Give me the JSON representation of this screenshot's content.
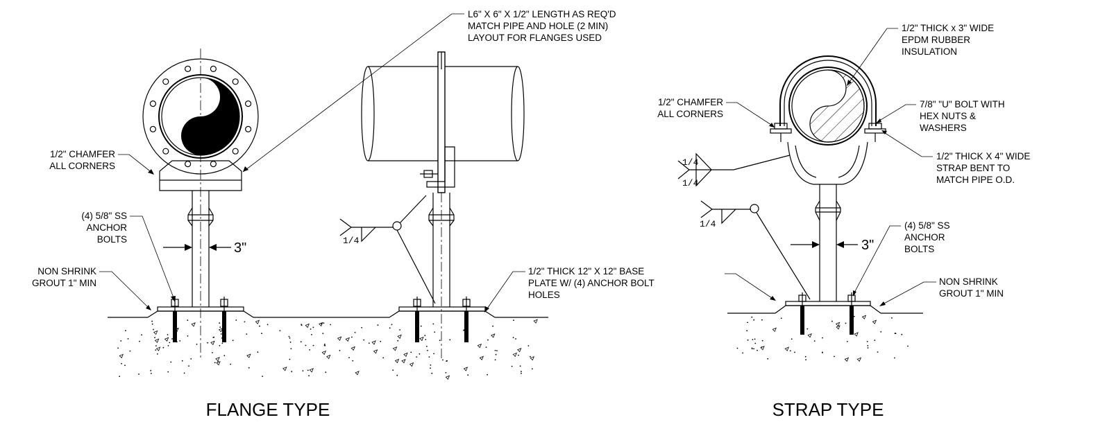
{
  "flange_type": {
    "title": "FLANGE TYPE",
    "angle_note": [
      "L6\" X 6\" X 1/2\" LENGTH AS REQ'D",
      "MATCH PIPE AND HOLE (2 MIN)",
      "LAYOUT FOR FLANGES USED"
    ],
    "chamfer_note": [
      "1/2\" CHAMFER",
      "ALL CORNERS"
    ],
    "anchor_note": [
      "(4) 5/8\" SS",
      "ANCHOR",
      "BOLTS"
    ],
    "grout_note": [
      "NON SHRINK",
      "GROUT 1\" MIN"
    ],
    "base_note": [
      "1/2\" THICK 12\" X 12\" BASE",
      "PLATE W/ (4) ANCHOR BOLT",
      "HOLES"
    ],
    "dimension": "3\"",
    "weld_size": "1/4"
  },
  "strap_type": {
    "title": "STRAP TYPE",
    "insulation_note": [
      "1/2\" THICK x 3\" WIDE",
      "EPDM RUBBER",
      "INSULATION"
    ],
    "ubolt_note": [
      "7/8\" \"U\" BOLT WITH",
      "HEX NUTS &",
      "WASHERS"
    ],
    "chamfer_note": [
      "1/2\" CHAMFER",
      "ALL CORNERS"
    ],
    "strap_note": [
      "1/2\" THICK X 4\" WIDE",
      "STRAP BENT TO",
      "MATCH PIPE O.D."
    ],
    "anchor_note": [
      "(4) 5/8\" SS",
      "ANCHOR",
      "BOLTS"
    ],
    "grout_note": [
      "NON SHRINK",
      "GROUT 1\" MIN"
    ],
    "dimension": "3\"",
    "weld_size": "1/4"
  }
}
